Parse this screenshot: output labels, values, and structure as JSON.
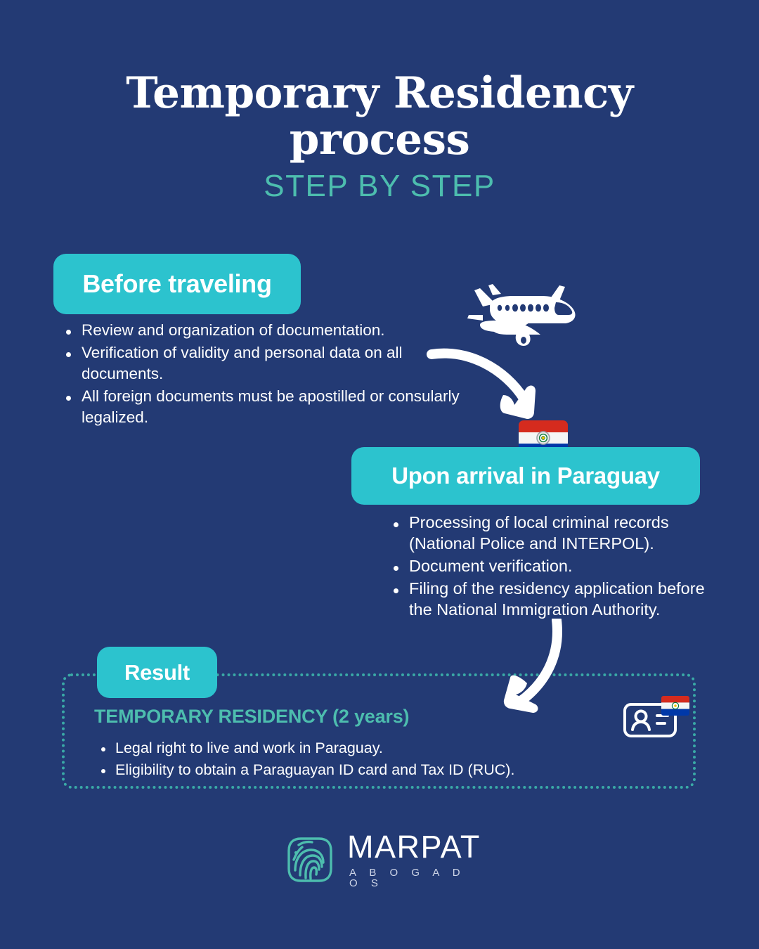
{
  "header": {
    "title": "Temporary Residency process",
    "subtitle": "STEP BY STEP"
  },
  "colors": {
    "background": "#233a74",
    "badge_teal": "#2cc3ce",
    "accent_teal": "#4dbdae",
    "dotted_border": "#3aa9a6",
    "text_white": "#ffffff"
  },
  "sections": [
    {
      "badge": "Before traveling",
      "bullets": [
        "Review and organization of documentation.",
        "Verification of validity and personal data on all documents.",
        "All foreign documents must be apostilled or consularly legalized."
      ]
    },
    {
      "badge": "Upon arrival in Paraguay",
      "bullets": [
        "Processing of local criminal records (National Police and INTERPOL).",
        "Document verification.",
        "Filing of the residency application before the National Immigration Authority."
      ]
    }
  ],
  "result": {
    "badge": "Result",
    "heading": "TEMPORARY RESIDENCY (2 years)",
    "bullets": [
      "Legal right to live and work in Paraguay.",
      "Eligibility to obtain a Paraguayan ID card and Tax ID (RUC)."
    ]
  },
  "icons": {
    "plane": "airplane-icon",
    "flag": "paraguay-flag-icon",
    "id_card": "id-card-icon",
    "arrow_one": "curved-arrow-down-right-icon",
    "arrow_two": "curved-arrow-down-left-icon"
  },
  "footer": {
    "logo_name": "MARPAT",
    "logo_sub": "A B O G A D O S",
    "logo_mark": "fingerprint-icon"
  }
}
